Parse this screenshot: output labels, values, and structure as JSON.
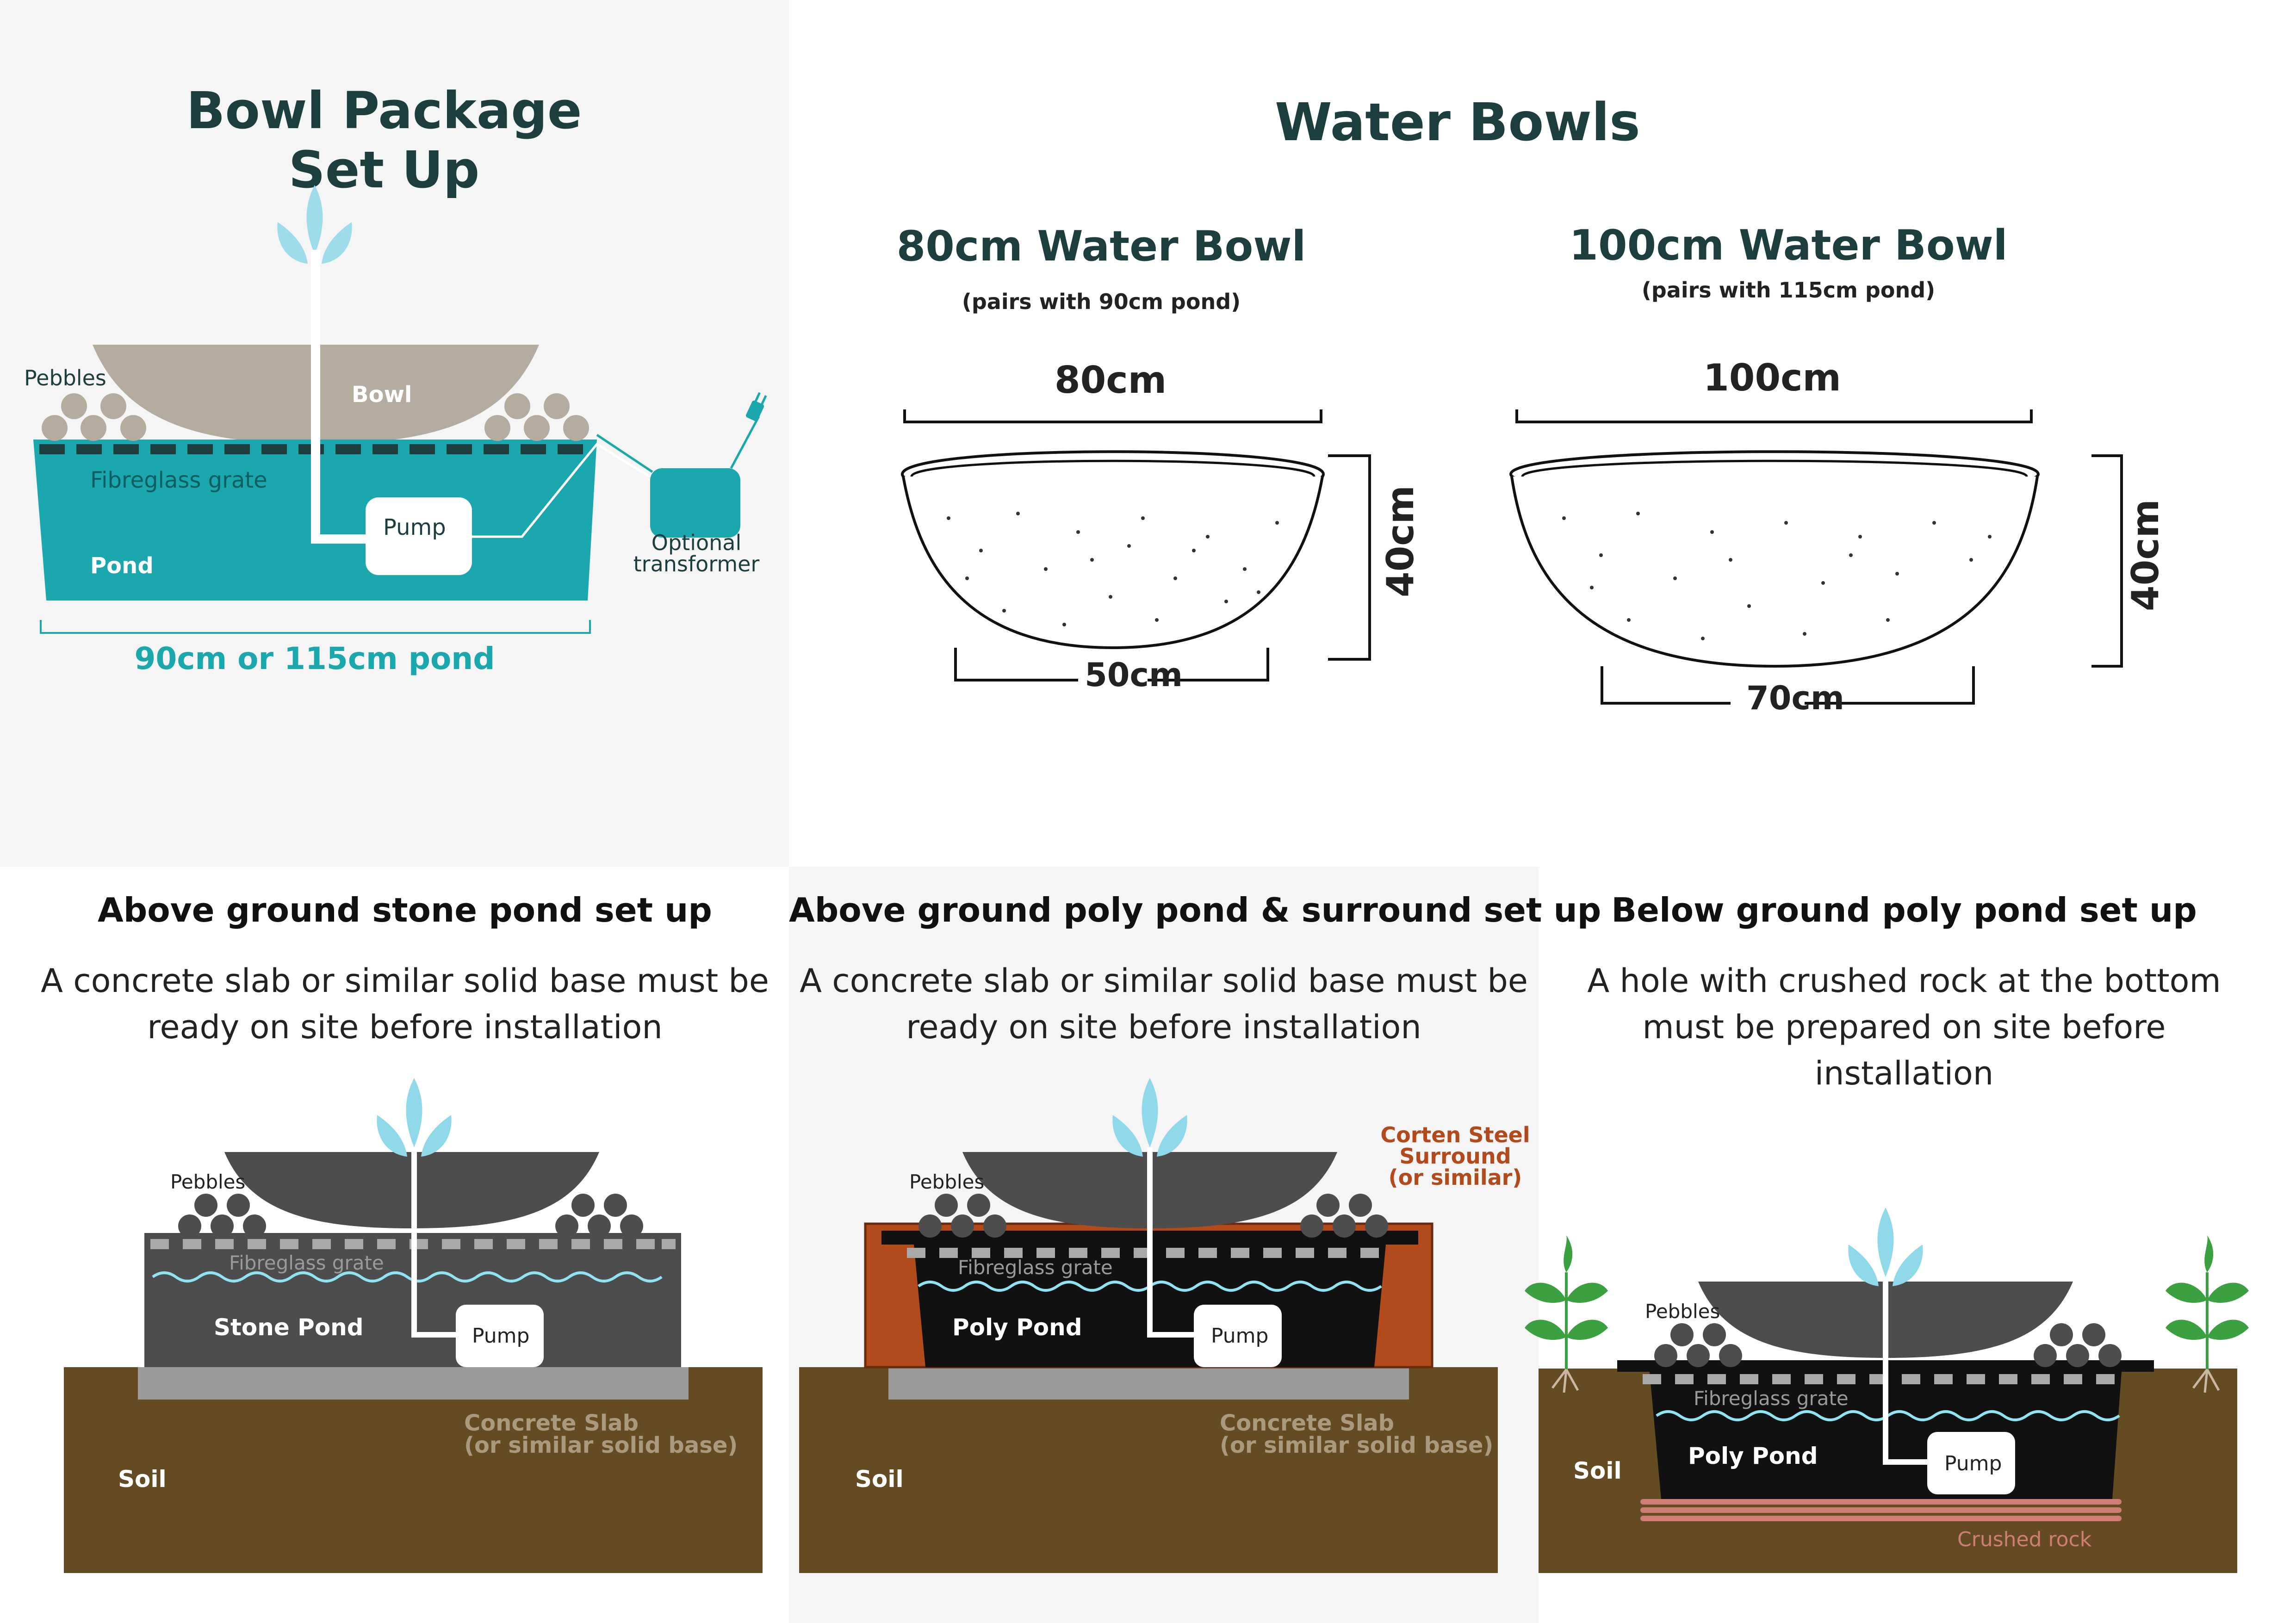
{
  "package": {
    "title_line1": "Bowl Package",
    "title_line2": "Set Up",
    "pebbles": "Pebbles",
    "bowl": "Bowl",
    "grate": "Fibreglass grate",
    "pump": "Pump",
    "pond": "Pond",
    "transformer_line1": "Optional",
    "transformer_line2": "transformer",
    "dimension": "90cm or 115cm pond"
  },
  "water_bowls": {
    "title": "Water Bowls",
    "bowl80": {
      "title": "80cm Water Bowl",
      "subtitle": "(pairs with 90cm pond)",
      "top_width": "80cm",
      "base_width": "50cm",
      "height": "40cm"
    },
    "bowl100": {
      "title": "100cm Water Bowl",
      "subtitle": "(pairs with 115cm pond)",
      "top_width": "100cm",
      "base_width": "70cm",
      "height": "40cm"
    }
  },
  "stone": {
    "title": "Above ground stone pond set up",
    "desc_line1": "A concrete slab or similar solid base must be",
    "desc_line2": "ready on site before installation",
    "pebbles": "Pebbles",
    "grate": "Fibreglass grate",
    "pond": "Stone Pond",
    "pump": "Pump",
    "slab_line1": "Concrete Slab",
    "slab_line2": "(or similar solid base)",
    "soil": "Soil"
  },
  "poly_surround": {
    "title": "Above ground poly pond & surround set up",
    "desc_line1": "A concrete slab or similar solid base must be",
    "desc_line2": "ready on site before installation",
    "surround_line1": "Corten Steel",
    "surround_line2": "Surround",
    "surround_line3": "(or similar)",
    "pebbles": "Pebbles",
    "grate": "Fibreglass grate",
    "pond": "Poly Pond",
    "pump": "Pump",
    "slab_line1": "Concrete Slab",
    "slab_line2": "(or similar solid base)",
    "soil": "Soil"
  },
  "below": {
    "title": "Below ground poly pond set up",
    "desc_line1": "A hole with crushed rock at the bottom",
    "desc_line2": "must be prepared on site before",
    "desc_line3": "installation",
    "pebbles": "Pebbles",
    "grate": "Fibreglass grate",
    "pond": "Poly Pond",
    "pump": "Pump",
    "soil": "Soil",
    "rock": "Crushed rock"
  },
  "colors": {
    "teal": "#1aa7ad",
    "dark_teal": "#1d3e3e",
    "soil": "#654b22",
    "corten": "#b34a1c",
    "stone": "#4d4d4d",
    "bowl_tan": "#b5ab9e"
  }
}
